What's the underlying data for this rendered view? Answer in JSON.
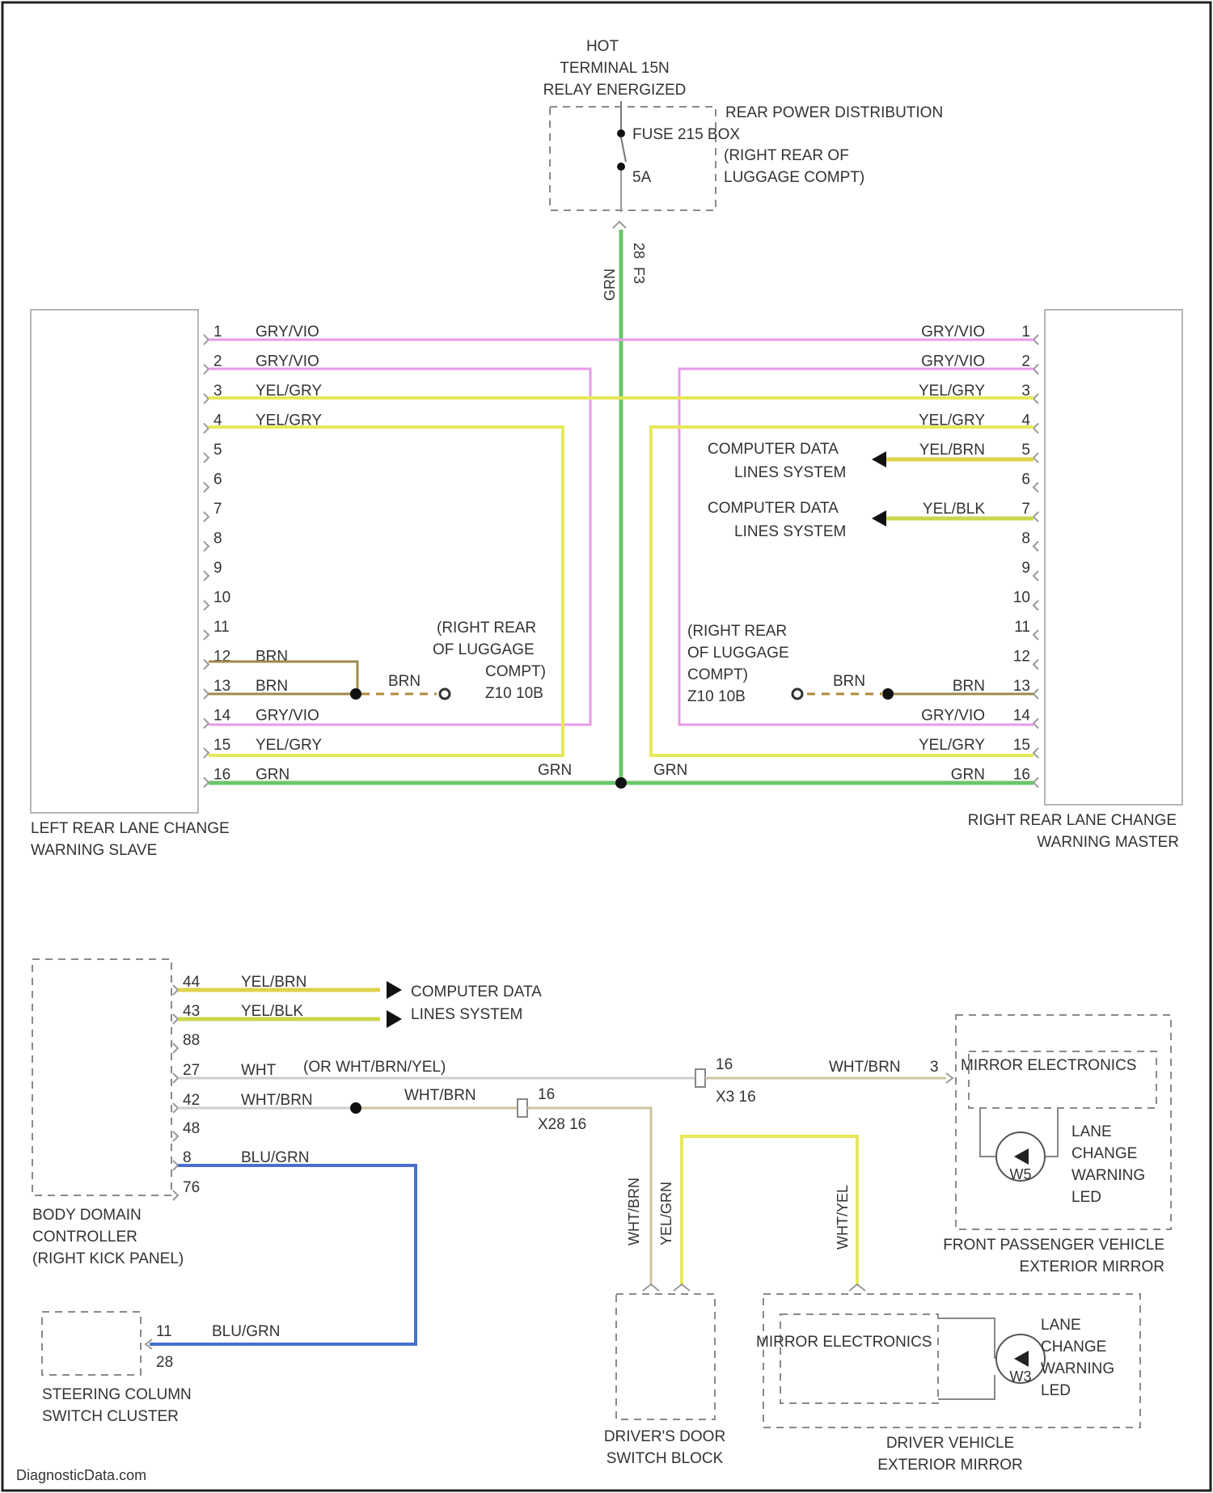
{
  "power": {
    "hot_label": [
      "HOT",
      "TERMINAL 15N",
      "RELAY ENERGIZED"
    ],
    "distribution_label": [
      "REAR POWER DISTRIBUTION",
      "FUSE 215 BOX",
      "(RIGHT REAR OF",
      "LUGGAGE COMPT)"
    ],
    "fuse_rating": "5A",
    "wire_code": "GRN",
    "pin_a": "28",
    "pin_b": "F3"
  },
  "left_module": {
    "label": [
      "LEFT REAR LANE CHANGE",
      "WARNING SLAVE"
    ],
    "pins": [
      {
        "num": "1",
        "wire": "GRY/VIO"
      },
      {
        "num": "2",
        "wire": "GRY/VIO"
      },
      {
        "num": "3",
        "wire": "YEL/GRY"
      },
      {
        "num": "4",
        "wire": "YEL/GRY"
      },
      {
        "num": "5",
        "wire": ""
      },
      {
        "num": "6",
        "wire": ""
      },
      {
        "num": "7",
        "wire": ""
      },
      {
        "num": "8",
        "wire": ""
      },
      {
        "num": "9",
        "wire": ""
      },
      {
        "num": "10",
        "wire": ""
      },
      {
        "num": "11",
        "wire": ""
      },
      {
        "num": "12",
        "wire": "BRN"
      },
      {
        "num": "13",
        "wire": "BRN"
      },
      {
        "num": "14",
        "wire": "GRY/VIO"
      },
      {
        "num": "15",
        "wire": "YEL/GRY"
      },
      {
        "num": "16",
        "wire": "GRN"
      }
    ],
    "ground_label": [
      "(RIGHT REAR",
      "OF LUGGAGE",
      "COMPT)",
      "Z10 10B"
    ],
    "ground_wire": "BRN",
    "grn_join": "GRN"
  },
  "right_module": {
    "label": [
      "RIGHT REAR LANE CHANGE",
      "WARNING MASTER"
    ],
    "pins": [
      {
        "num": "1",
        "wire": "GRY/VIO"
      },
      {
        "num": "2",
        "wire": "GRY/VIO"
      },
      {
        "num": "3",
        "wire": "YEL/GRY"
      },
      {
        "num": "4",
        "wire": "YEL/GRY"
      },
      {
        "num": "5",
        "wire": "YEL/BRN"
      },
      {
        "num": "6",
        "wire": ""
      },
      {
        "num": "7",
        "wire": "YEL/BLK"
      },
      {
        "num": "8",
        "wire": ""
      },
      {
        "num": "9",
        "wire": ""
      },
      {
        "num": "10",
        "wire": ""
      },
      {
        "num": "11",
        "wire": ""
      },
      {
        "num": "12",
        "wire": ""
      },
      {
        "num": "13",
        "wire": "BRN"
      },
      {
        "num": "14",
        "wire": "GRY/VIO"
      },
      {
        "num": "15",
        "wire": "YEL/GRY"
      },
      {
        "num": "16",
        "wire": "GRN"
      }
    ],
    "data_label": [
      "COMPUTER DATA",
      "LINES SYSTEM"
    ],
    "ground_label": [
      "(RIGHT REAR",
      "OF LUGGAGE",
      "COMPT)",
      "Z10 10B"
    ],
    "ground_wire": "BRN",
    "grn_join": "GRN"
  },
  "bdc": {
    "label": [
      "BODY DOMAIN",
      "CONTROLLER",
      "(RIGHT KICK PANEL)"
    ],
    "pins": [
      {
        "num": "44",
        "wire": "YEL/BRN"
      },
      {
        "num": "43",
        "wire": "YEL/BLK"
      },
      {
        "num": "88",
        "wire": ""
      },
      {
        "num": "27",
        "wire": "WHT"
      },
      {
        "num": "42",
        "wire": "WHT/BRN"
      },
      {
        "num": "48",
        "wire": ""
      },
      {
        "num": "8",
        "wire": "BLU/GRN"
      },
      {
        "num": "76",
        "wire": ""
      }
    ],
    "wht_alt": "(OR WHT/BRN/YEL)",
    "data_label": [
      "COMPUTER DATA",
      "LINES SYSTEM"
    ],
    "splice_wire": "WHT/BRN",
    "conn_x3_pin": "16",
    "conn_x3_label": "X3 16",
    "conn_x28_pin": "16",
    "conn_x28_label": "X28 16"
  },
  "steering": {
    "label": [
      "STEERING COLUMN",
      "SWITCH CLUSTER"
    ],
    "pin_a": "11",
    "pin_b": "28",
    "wire": "BLU/GRN"
  },
  "passenger_mirror": {
    "label": [
      "FRONT PASSENGER VEHICLE",
      "EXTERIOR MIRROR"
    ],
    "electronics": "MIRROR ELECTRONICS",
    "led_label": [
      "LANE",
      "CHANGE",
      "WARNING",
      "LED"
    ],
    "led_ref": "W5",
    "pin": "3",
    "wire": "WHT/BRN"
  },
  "driver_door": {
    "label": [
      "DRIVER'S DOOR",
      "SWITCH BLOCK"
    ],
    "wire_a": "WHT/BRN",
    "wire_b": "YEL/GRN"
  },
  "driver_mirror": {
    "label": [
      "DRIVER VEHICLE",
      "EXTERIOR MIRROR"
    ],
    "electronics": "MIRROR ELECTRONICS",
    "led_label": [
      "LANE",
      "CHANGE",
      "WARNING",
      "LED"
    ],
    "led_ref": "W3",
    "wire": "WHT/YEL"
  },
  "footer": {
    "watermark": "DiagnosticData.com"
  }
}
